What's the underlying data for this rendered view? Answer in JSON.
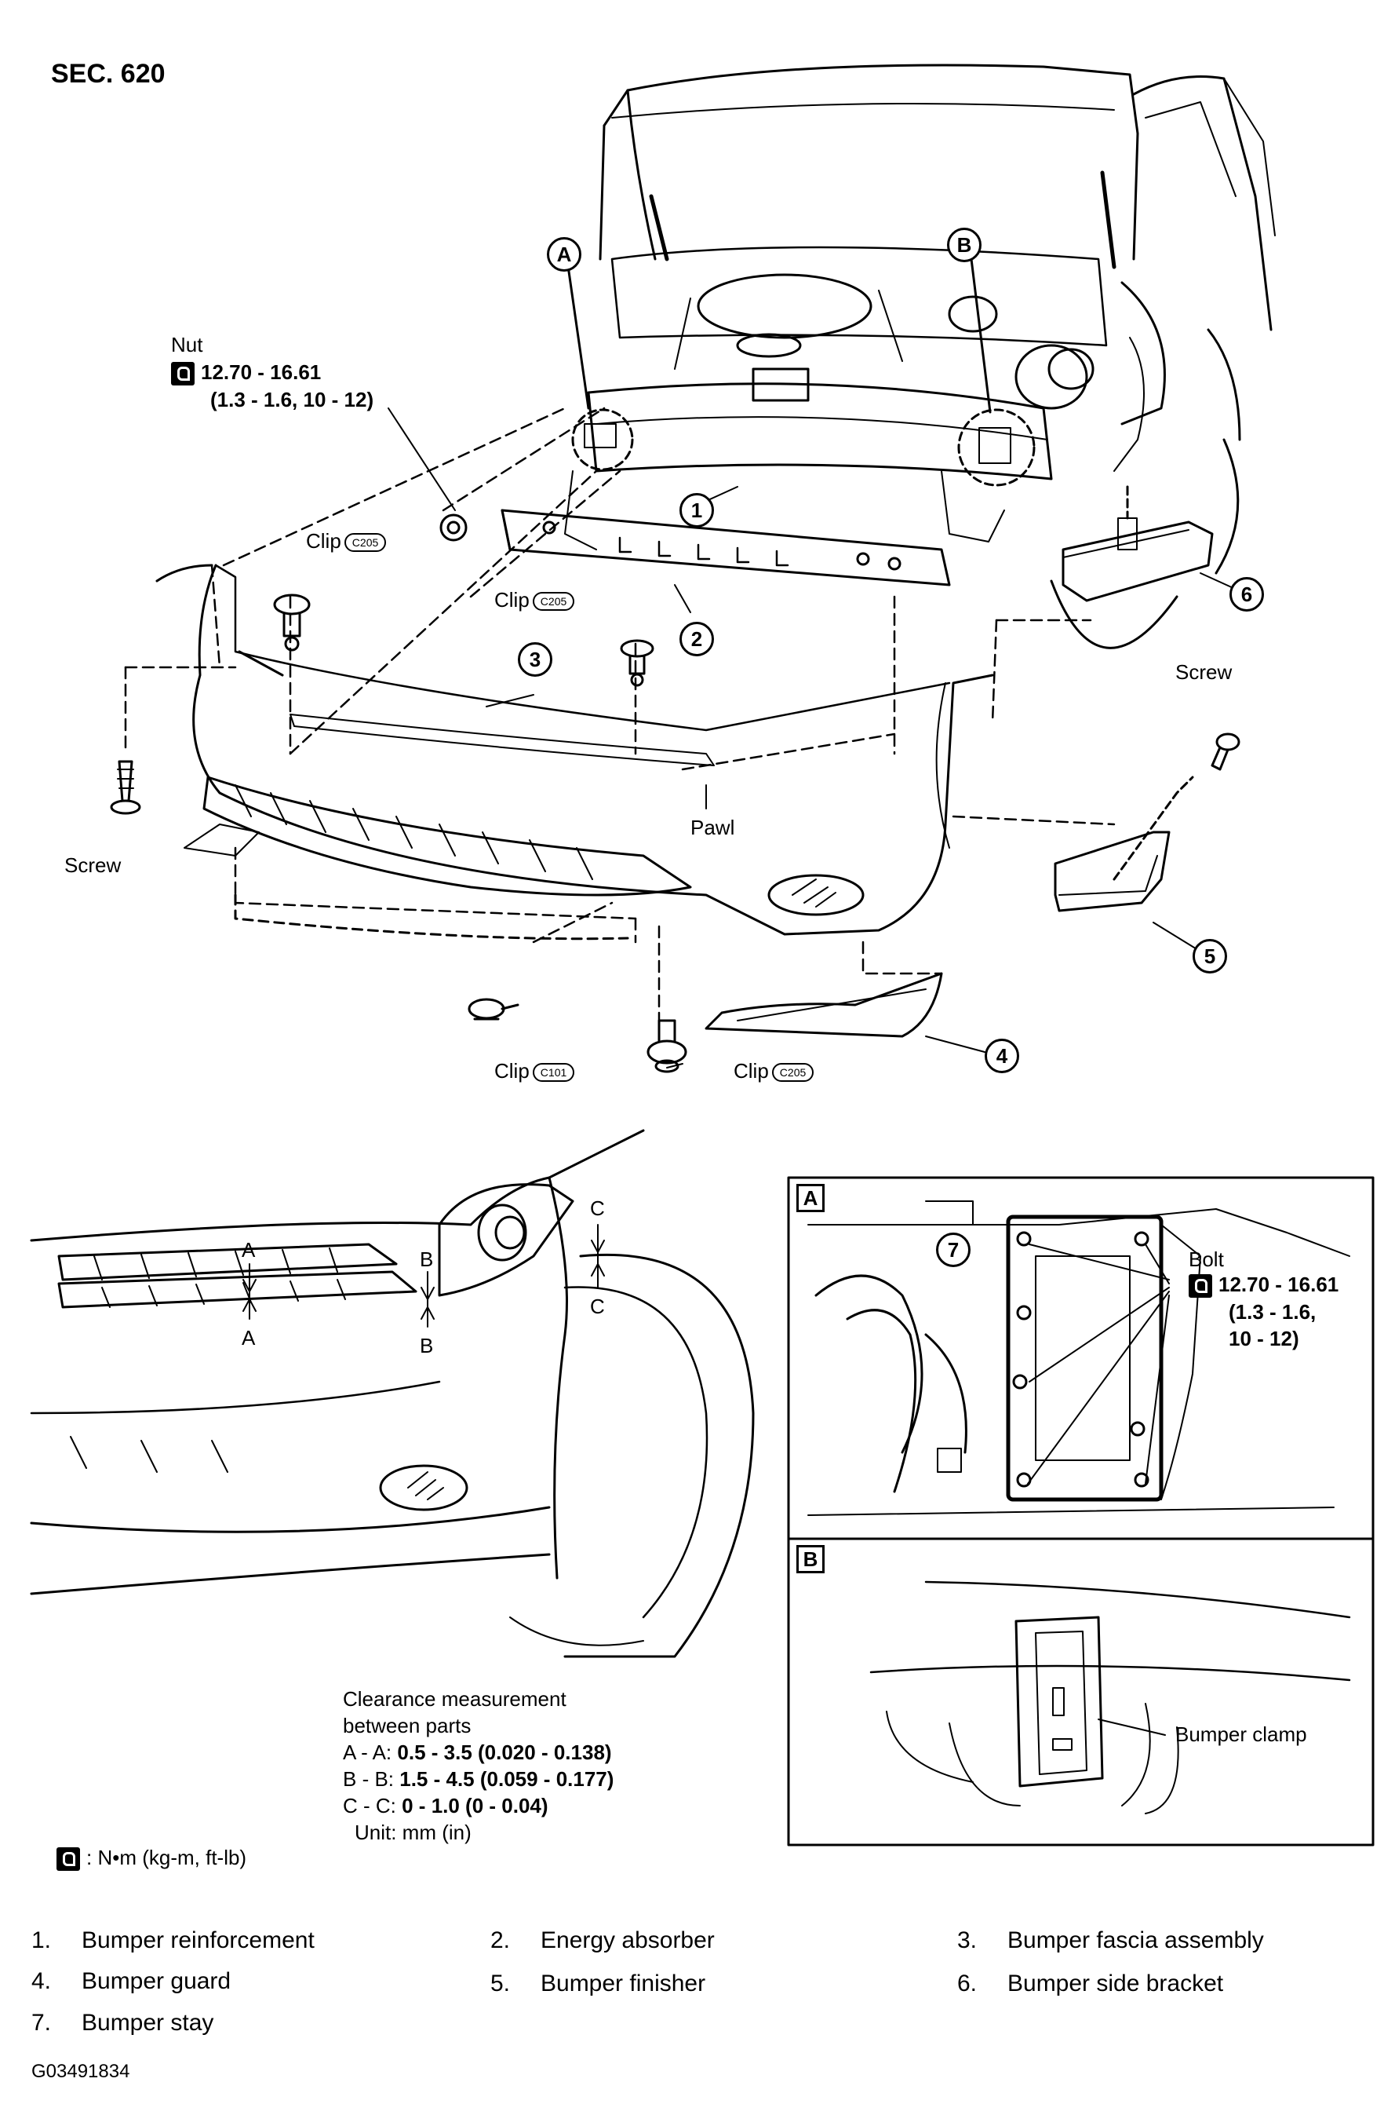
{
  "section": "SEC. 620",
  "labels": {
    "nut": "Nut",
    "nut_torque_1": "12.70 - 16.61",
    "nut_torque_2": "(1.3 - 1.6, 10 - 12)",
    "clip": "Clip",
    "code_c205": "C205",
    "code_c101": "C101",
    "screw": "Screw",
    "pawl": "Pawl",
    "callout_a": "A",
    "callout_b": "B",
    "bolt": "Bolt",
    "bolt_torque_1": "12.70 - 16.61",
    "bolt_torque_2": "(1.3 - 1.6,",
    "bolt_torque_3": "10 - 12)",
    "bumper_clamp": "Bumper clamp",
    "gap_a": "A",
    "gap_b": "B",
    "gap_c": "C"
  },
  "part_numbers": [
    "1",
    "2",
    "3",
    "4",
    "5",
    "6",
    "7"
  ],
  "clearance": {
    "heading_1": "Clearance measurement",
    "heading_2": "between parts",
    "rows": [
      {
        "label": "A - A:",
        "value": "0.5 - 3.5 (0.020 - 0.138)"
      },
      {
        "label": "B - B:",
        "value": "1.5 - 4.5 (0.059 - 0.177)"
      },
      {
        "label": "C - C:",
        "value": "0 - 1.0 (0 - 0.04)"
      }
    ],
    "unit": "Unit: mm (in)"
  },
  "torque_note": ": N•m (kg-m, ft-lb)",
  "legend": [
    {
      "num": "1.",
      "name": "Bumper reinforcement"
    },
    {
      "num": "2.",
      "name": "Energy absorber"
    },
    {
      "num": "3.",
      "name": "Bumper fascia assembly"
    },
    {
      "num": "4.",
      "name": "Bumper guard"
    },
    {
      "num": "5.",
      "name": "Bumper finisher"
    },
    {
      "num": "6.",
      "name": "Bumper side bracket"
    },
    {
      "num": "7.",
      "name": "Bumper stay"
    }
  ],
  "figure_id": "G03491834",
  "icons": [
    "torque-wrench-icon",
    "clip-icon",
    "screw-icon",
    "nut-icon"
  ]
}
